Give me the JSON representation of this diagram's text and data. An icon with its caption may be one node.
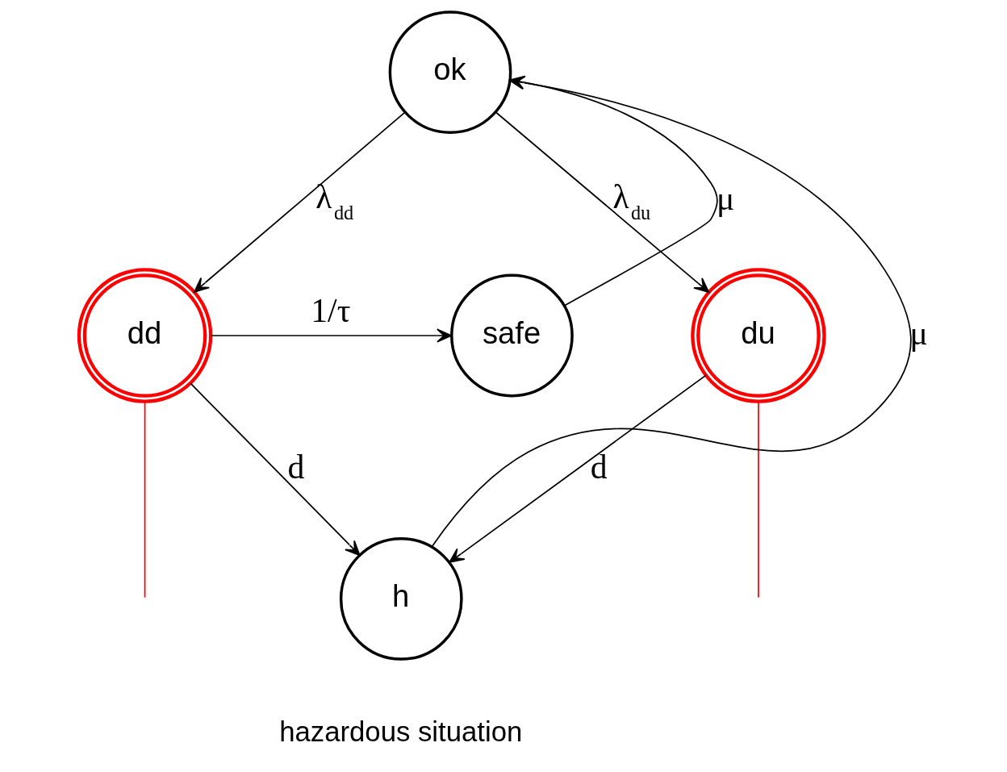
{
  "diagram": {
    "nodes": [
      {
        "text": [
          "ok"
        ]
      },
      {
        "text": [
          "safe"
        ]
      },
      {
        "text": [
          "dd"
        ]
      },
      {
        "text": [
          "du"
        ]
      },
      {
        "text": [
          "h"
        ],
        "beside": [
          "hazardous situation"
        ]
      }
    ],
    "edges": [
      {
        "from": 0,
        "to": 2,
        "arrow": "to",
        "label": "λ$_{dd}$"
      },
      {
        "from": 0,
        "to": 3,
        "arrow": "to",
        "label": "λ$_{du}$"
      },
      {
        "from": 2,
        "to": 1,
        "arrow": "to",
        "label": "1/τ"
      },
      {
        "from": 1,
        "to": 0,
        "arrow": "to",
        "label": "μ"
      },
      {
        "from": 2,
        "to": 4,
        "arrow": "to",
        "label": "d"
      },
      {
        "from": 3,
        "to": 4,
        "arrow": "to",
        "label": "d"
      },
      {
        "from": 4,
        "to": 0,
        "arrow": "to",
        "label": "μ"
      },
      {
        "from": 2,
        "to": null,
        "arrow": "none",
        "color": "#ff0000"
      },
      {
        "from": 3,
        "to": null,
        "arrow": "none",
        "color": "#ff0000"
      }
    ]
  }
}
